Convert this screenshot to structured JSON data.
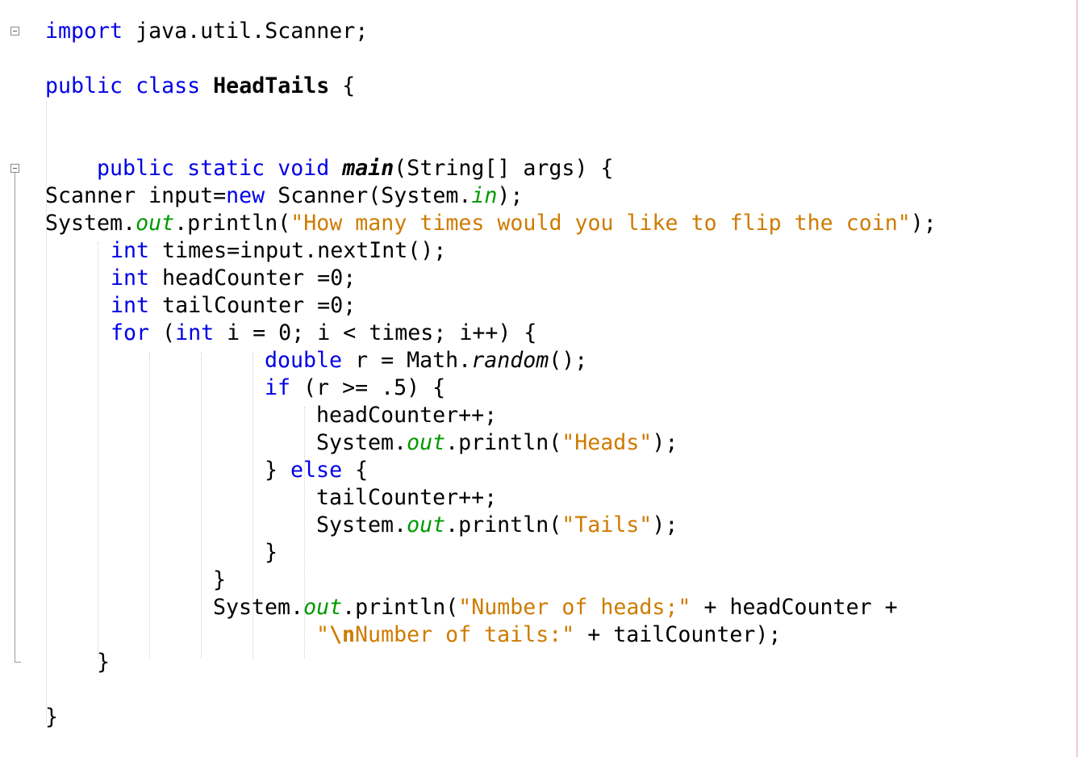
{
  "code": {
    "l1": {
      "kw": "import",
      "rest": " java.util.Scanner;"
    },
    "l2": {
      "kw1": "public",
      "kw2": "class",
      "name": "HeadTails",
      "brace": " {"
    },
    "l3": {
      "kw1": "public",
      "kw2": "static",
      "kw3": "void",
      "method": "main",
      "rest": "(String[] args) {"
    },
    "l4": {
      "pre": "Scanner input=",
      "kw": "new",
      "mid": " Scanner(System.",
      "fld": "in",
      "post": ");"
    },
    "l5": {
      "pre": "System.",
      "fld": "out",
      "mid": ".println(",
      "str": "\"How many times would you like to flip the coin\"",
      "post": ");"
    },
    "l6": {
      "kw": "int",
      "rest": " times=input.nextInt();"
    },
    "l7": {
      "kw": "int",
      "rest": " headCounter =0;"
    },
    "l8": {
      "kw": "int",
      "rest": " tailCounter =0;"
    },
    "l9": {
      "kw1": "for",
      "mid1": " (",
      "kw2": "int",
      "rest": " i = 0; i < times; i++) {"
    },
    "l10": {
      "kw": "double",
      "pre": " r = Math.",
      "method": "random",
      "post": "();"
    },
    "l11": {
      "kw": "if",
      "rest": " (r >= .5) {"
    },
    "l12": {
      "text": "headCounter++;"
    },
    "l13": {
      "pre": "System.",
      "fld": "out",
      "mid": ".println(",
      "str": "\"Heads\"",
      "post": ");"
    },
    "l14": {
      "pre": "} ",
      "kw": "else",
      "post": " {"
    },
    "l15": {
      "text": "tailCounter++;"
    },
    "l16": {
      "pre": "System.",
      "fld": "out",
      "mid": ".println(",
      "str": "\"Tails\"",
      "post": ");"
    },
    "l17": {
      "text": "}"
    },
    "l18": {
      "text": "}"
    },
    "l19": {
      "pre": "System.",
      "fld": "out",
      "mid": ".println(",
      "str": "\"Number of heads;\"",
      "post": " + headCounter +"
    },
    "l20": {
      "q": "\"",
      "esc": "\\n",
      "str": "Number of tails:\"",
      "post": " + tailCounter);"
    },
    "l21": {
      "text": "}"
    },
    "l22": {
      "text": "}"
    }
  },
  "colors": {
    "keyword": "#0000e6",
    "string": "#ce7b00",
    "field": "#009900",
    "text": "#000000",
    "margin": "#f4cccc"
  },
  "icons": {
    "fold": "collapse-minus-icon"
  }
}
